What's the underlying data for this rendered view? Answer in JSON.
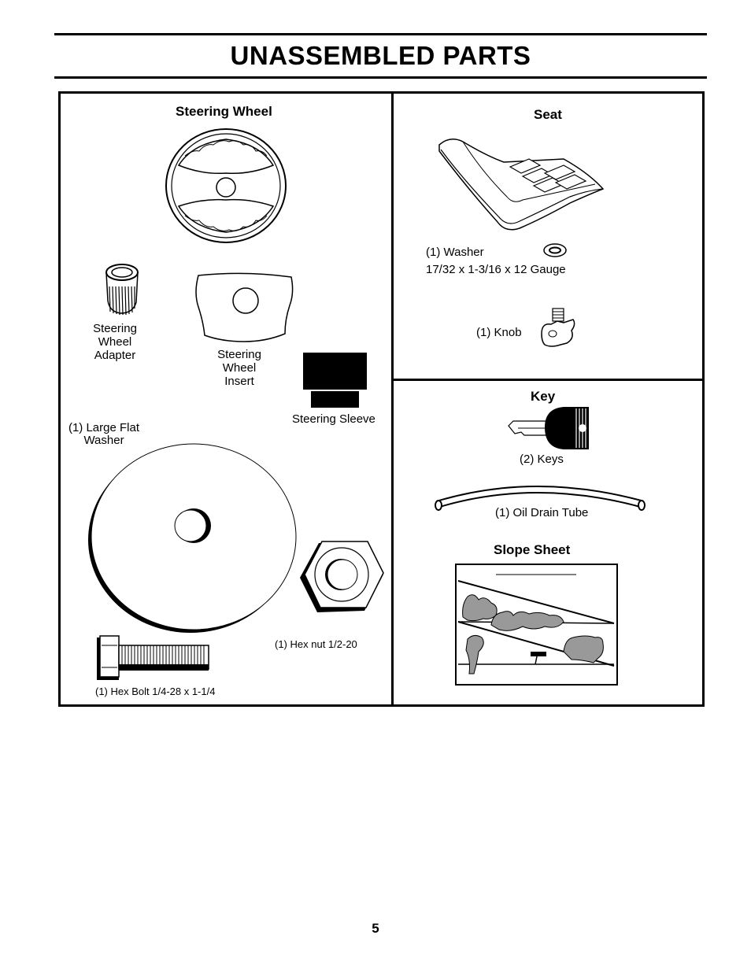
{
  "title": "UNASSEMBLED PARTS",
  "page_number": "5",
  "left_panel": {
    "heading": "Steering Wheel",
    "adapter_label": [
      "Steering",
      "Wheel",
      "Adapter"
    ],
    "insert_label": [
      "Steering",
      "Wheel",
      "Insert"
    ],
    "sleeve_label": "Steering Sleeve",
    "washer_label": [
      "(1) Large Flat",
      "Washer"
    ],
    "hex_nut_label": "(1) Hex nut 1/2-20",
    "hex_bolt_label": "(1) Hex Bolt  1/4-28 x 1-1/4"
  },
  "seat_panel": {
    "heading": "Seat",
    "washer_label": "(1) Washer",
    "washer_size": "17/32 x 1-3/16 x 12 Gauge",
    "knob_label": "(1) Knob"
  },
  "key_panel": {
    "heading": "Key",
    "keys_label": "(2) Keys",
    "tube_label": "(1) Oil Drain Tube",
    "slope_heading": "Slope Sheet"
  },
  "icons": [
    "steering-wheel-icon",
    "adapter-icon",
    "insert-icon",
    "sleeve-icon",
    "large-washer-icon",
    "hex-nut-icon",
    "hex-bolt-icon",
    "seat-icon",
    "small-washer-icon",
    "knob-icon",
    "key-icon",
    "oil-drain-tube-icon",
    "slope-sheet-icon"
  ]
}
